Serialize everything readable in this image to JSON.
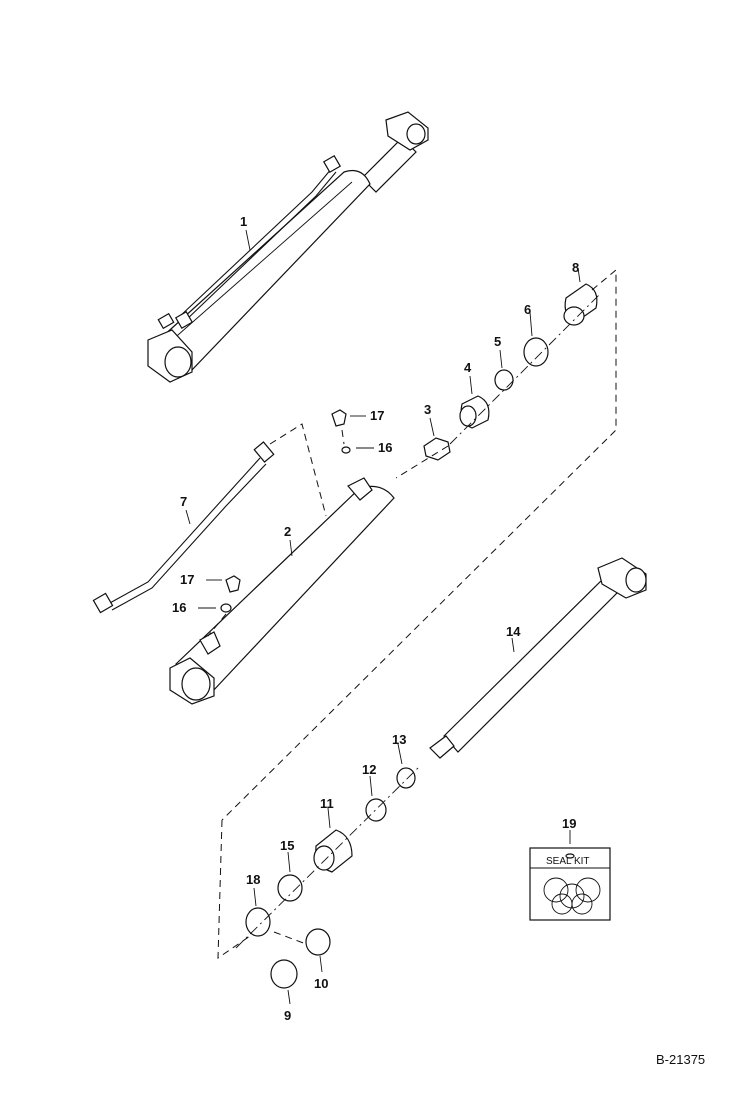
{
  "callouts": {
    "c1": "1",
    "c2": "2",
    "c3": "3",
    "c4": "4",
    "c5": "5",
    "c6": "6",
    "c7": "7",
    "c8": "8",
    "c9": "9",
    "c10": "10",
    "c11": "11",
    "c12": "12",
    "c13": "13",
    "c14": "14",
    "c15": "15",
    "c16a": "16",
    "c16b": "16",
    "c17a": "17",
    "c17b": "17",
    "c18": "18",
    "c19": "19"
  },
  "seal_kit_label": "SEAL KIT",
  "reference_code": "B-21375"
}
